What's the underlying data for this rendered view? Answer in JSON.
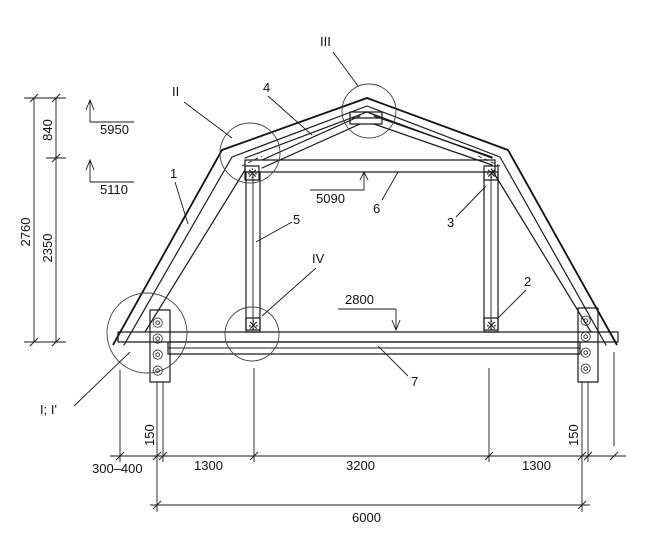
{
  "nodes": {
    "I": "I; I'",
    "II": "II",
    "III": "III",
    "IV": "IV"
  },
  "parts": {
    "p1": "1",
    "p2": "2",
    "p3": "3",
    "p4": "4",
    "p5": "5",
    "p6": "6",
    "p7": "7"
  },
  "levels": {
    "ridge": "5950",
    "knee": "5110",
    "collar": "5090",
    "floor": "2800"
  },
  "vertical_dims": {
    "total": "2760",
    "upper": "840",
    "lower": "2350"
  },
  "horizontal_dims": {
    "overhang": "300–400",
    "wall_left": "150",
    "wall_right": "150",
    "span_left": "1300",
    "span_mid": "3200",
    "span_right": "1300",
    "overall": "6000"
  }
}
